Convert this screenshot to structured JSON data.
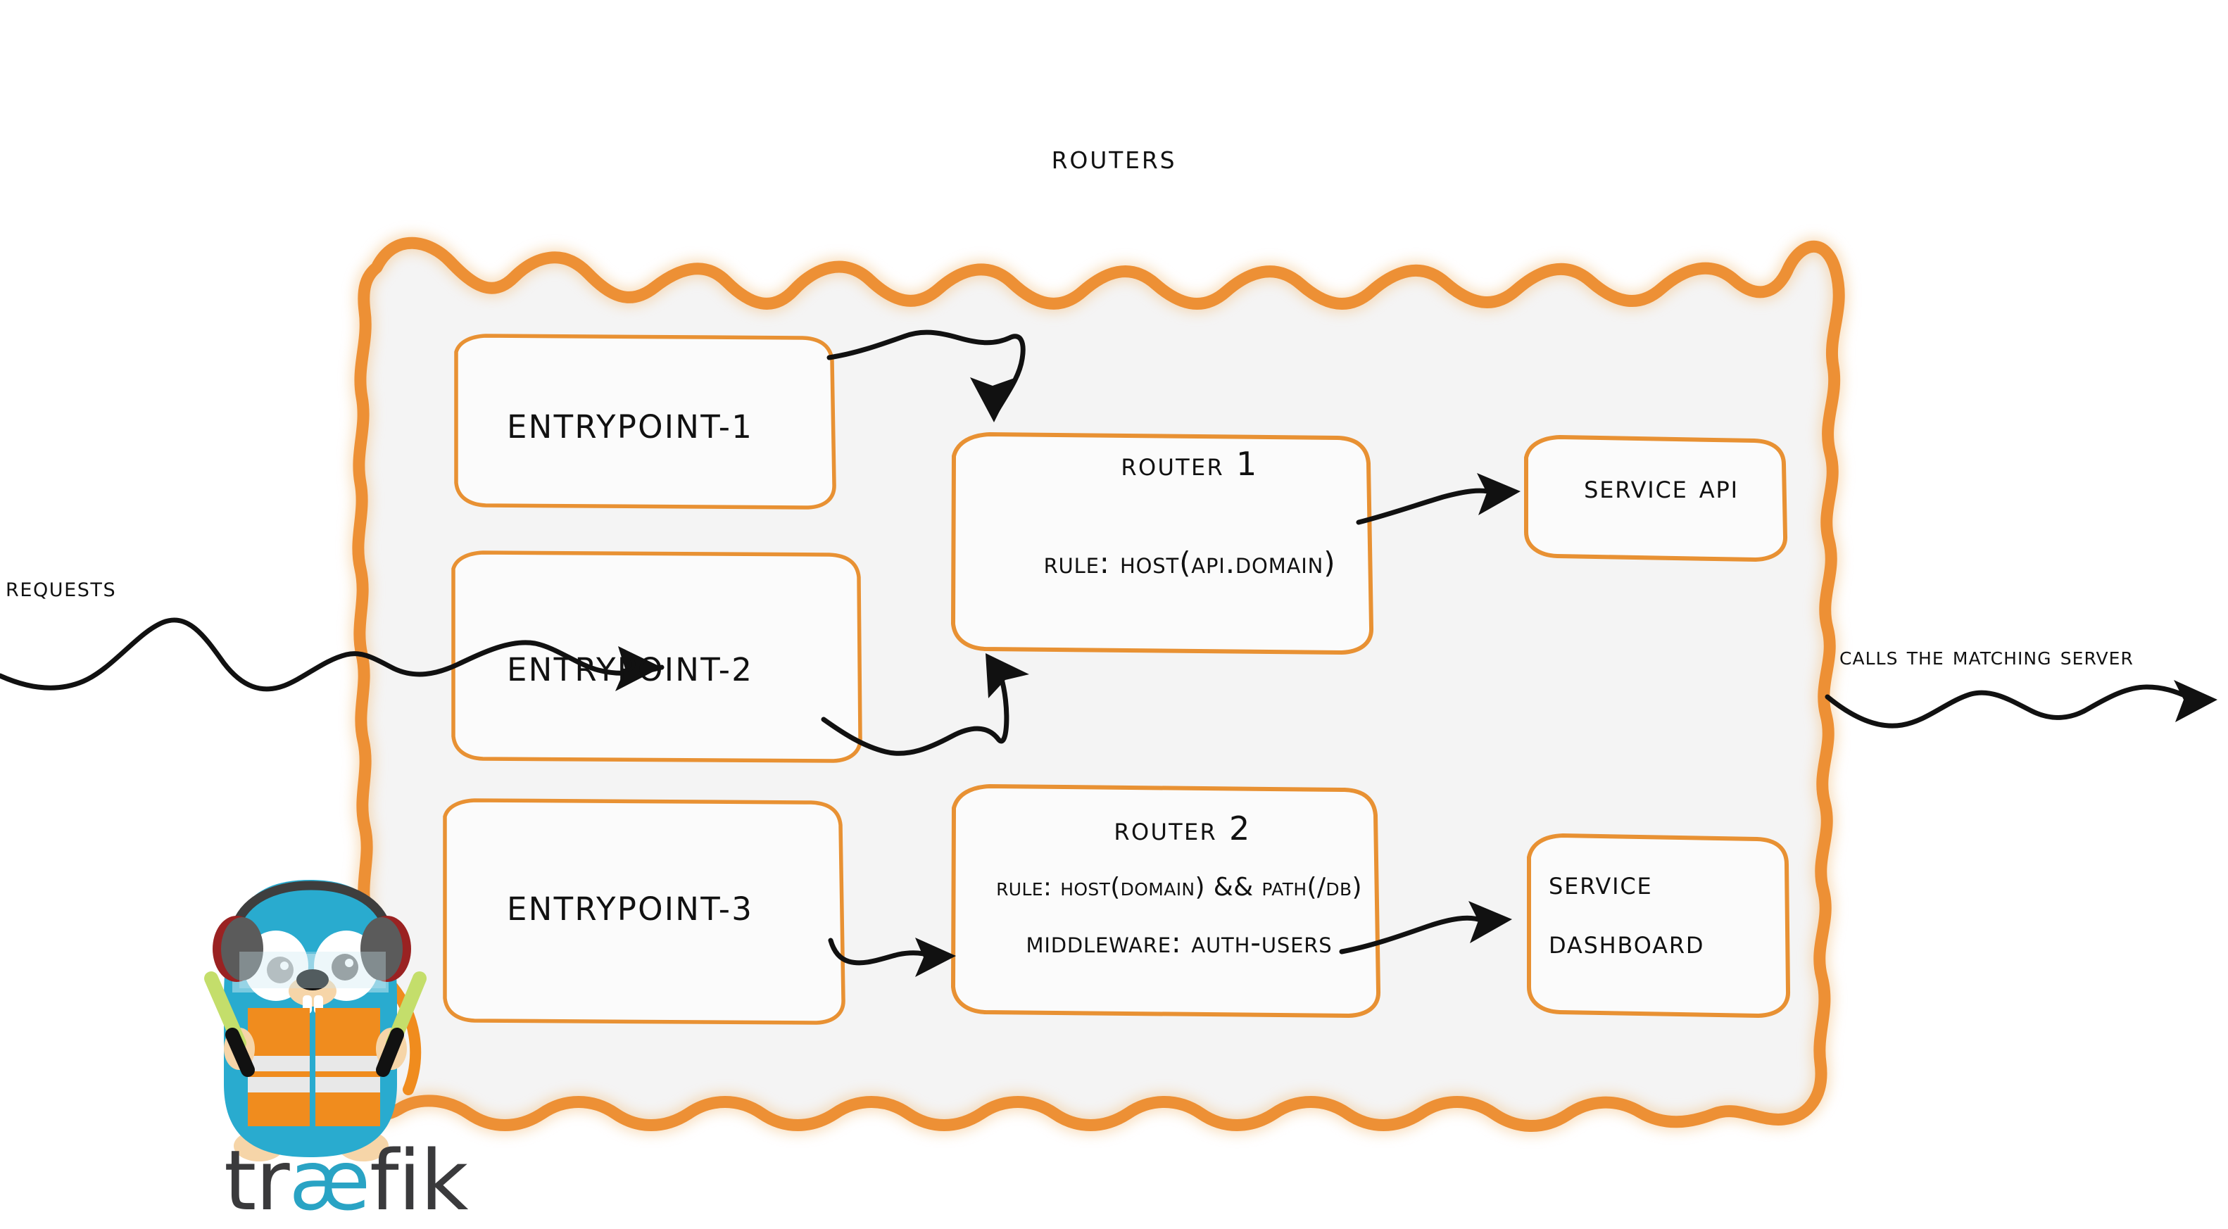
{
  "title": "Routers",
  "colors": {
    "brand_orange": "#ED9035",
    "panel_fill": "#F4F4F4",
    "box_stroke": "#E89133",
    "arrow_black": "#111111",
    "gopher_body": "#29ABCF",
    "vest_orange": "#F08C1E",
    "wand_green": "#C4DE6B",
    "logo_dark": "#3A3A3C",
    "logo_cyan": "#29A3C4"
  },
  "edge_labels": {
    "requests": "Requests",
    "calls_server": "Calls the matching server"
  },
  "entrypoints": [
    {
      "label": "entrypoint-1"
    },
    {
      "label": "entrypoint-2"
    },
    {
      "label": "entrypoint-3"
    }
  ],
  "routers": [
    {
      "title": "Router 1",
      "rule": "rule: Host(api.domain)"
    },
    {
      "title": "Router 2",
      "rule": "rule: Host(domain) && Path(/db)",
      "middleware": "Middleware: auth-users"
    }
  ],
  "services": [
    {
      "label": "Service API"
    },
    {
      "line1": "Service",
      "line2": "Dashboard"
    }
  ],
  "logo": {
    "part1": "tr",
    "ligature": "æ",
    "part2": "fik"
  }
}
